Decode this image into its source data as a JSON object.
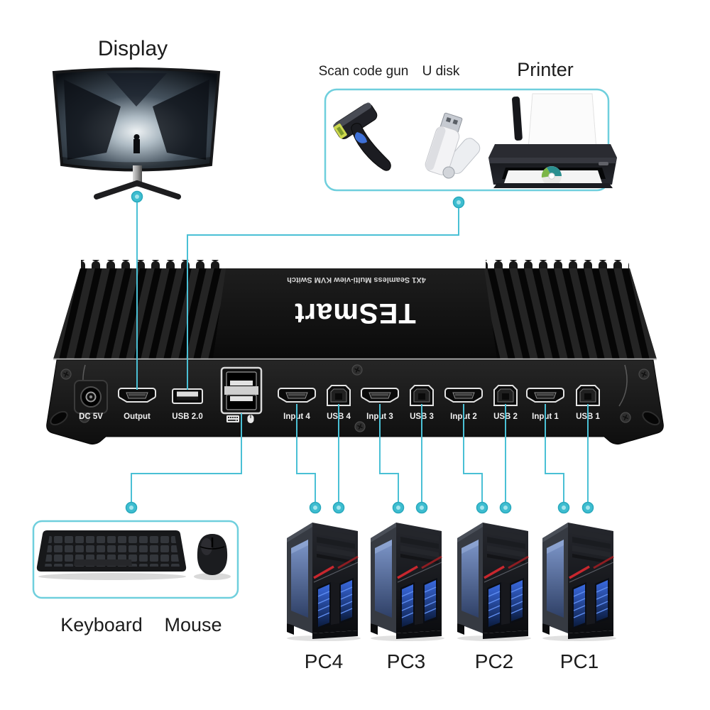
{
  "accent_color": "#4ac0d5",
  "device": {
    "brand": "TESmart",
    "model": "4X1 Seamless Multi-view KVM Switch",
    "ports": {
      "dc": {
        "label": "DC 5V"
      },
      "output": {
        "label": "Output"
      },
      "usb20": {
        "label": "USB 2.0"
      },
      "kbms": {
        "label": "",
        "icons": [
          "keyboard-icon",
          "mouse-icon"
        ]
      },
      "in4": {
        "label": "Input 4"
      },
      "usb4": {
        "label": "USB 4"
      },
      "in3": {
        "label": "Input 3"
      },
      "usb3": {
        "label": "USB 3"
      },
      "in2": {
        "label": "Input 2"
      },
      "usb2": {
        "label": "USB 2"
      },
      "in1": {
        "label": "Input 1"
      },
      "usb1": {
        "label": "USB 1"
      }
    }
  },
  "peripherals": {
    "display": "Display",
    "scan_code_gun": "Scan code gun",
    "u_disk": "U disk",
    "printer": "Printer",
    "keyboard": "Keyboard",
    "mouse": "Mouse"
  },
  "computers": {
    "pc4": "PC4",
    "pc3": "PC3",
    "pc2": "PC2",
    "pc1": "PC1"
  },
  "connections": [
    {
      "device_port": "Output",
      "connects_to": "Display"
    },
    {
      "device_port": "USB 2.0",
      "connects_to": "Scan code gun, U disk, Printer"
    },
    {
      "device_port": "Keyboard/Mouse USB",
      "connects_to": "Keyboard, Mouse"
    },
    {
      "device_port": "Input 4 + USB 4",
      "connects_to": "PC4"
    },
    {
      "device_port": "Input 3 + USB 3",
      "connects_to": "PC3"
    },
    {
      "device_port": "Input 2 + USB 2",
      "connects_to": "PC2"
    },
    {
      "device_port": "Input 1 + USB 1",
      "connects_to": "PC1"
    }
  ]
}
